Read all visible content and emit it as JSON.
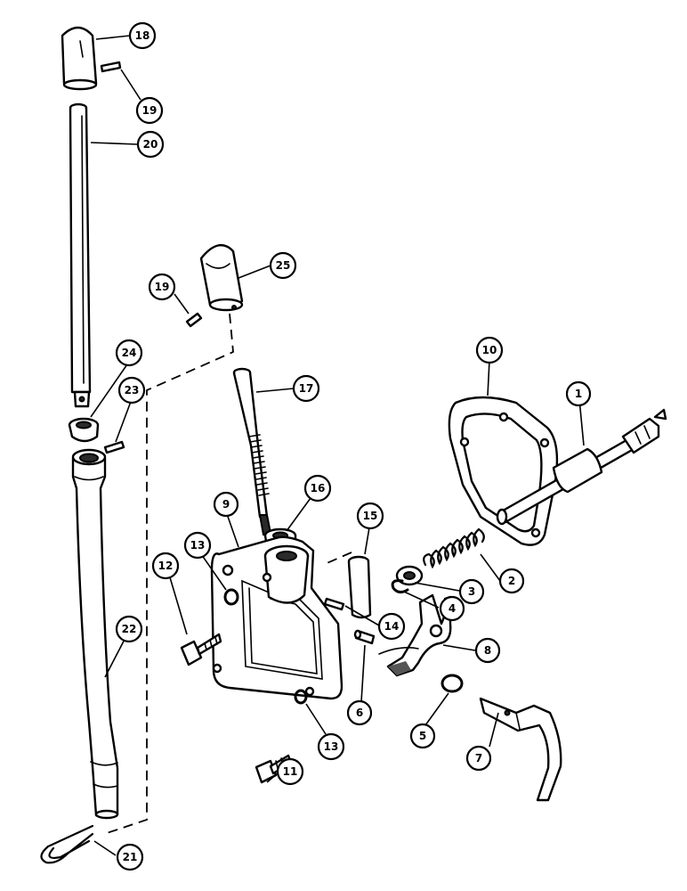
{
  "callouts": [
    {
      "id": "c18",
      "label": "18"
    },
    {
      "id": "c19a",
      "label": "19"
    },
    {
      "id": "c20",
      "label": "20"
    },
    {
      "id": "c25",
      "label": "25"
    },
    {
      "id": "c19b",
      "label": "19"
    },
    {
      "id": "c24",
      "label": "24"
    },
    {
      "id": "c23",
      "label": "23"
    },
    {
      "id": "c17",
      "label": "17"
    },
    {
      "id": "c10",
      "label": "10"
    },
    {
      "id": "c1",
      "label": "1"
    },
    {
      "id": "c16",
      "label": "16"
    },
    {
      "id": "c15",
      "label": "15"
    },
    {
      "id": "c9",
      "label": "9"
    },
    {
      "id": "c13a",
      "label": "13"
    },
    {
      "id": "c12",
      "label": "12"
    },
    {
      "id": "c2",
      "label": "2"
    },
    {
      "id": "c3",
      "label": "3"
    },
    {
      "id": "c4",
      "label": "4"
    },
    {
      "id": "c22",
      "label": "22"
    },
    {
      "id": "c14",
      "label": "14"
    },
    {
      "id": "c8",
      "label": "8"
    },
    {
      "id": "c6",
      "label": "6"
    },
    {
      "id": "c5",
      "label": "5"
    },
    {
      "id": "c13b",
      "label": "13"
    },
    {
      "id": "c7",
      "label": "7"
    },
    {
      "id": "c11",
      "label": "11"
    },
    {
      "id": "c21",
      "label": "21"
    }
  ]
}
